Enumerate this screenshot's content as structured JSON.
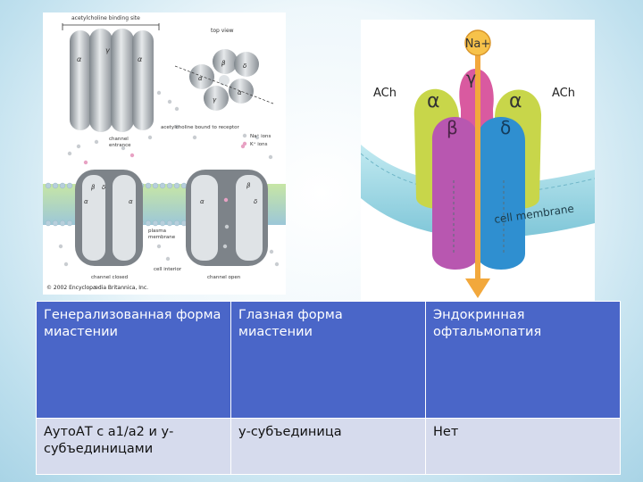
{
  "left_figure": {
    "labels": {
      "binding_site": "acetylcholine binding site",
      "top_view": "top view",
      "channel_entrance": "channel entrance",
      "ach_bound": "acetylcholine bound to receptor",
      "na_ions": "Na⁺ ions",
      "k_ions": "K⁺ ions",
      "plasma_membrane": "plasma membrane",
      "cell_interior": "cell interior",
      "channel_closed": "channel closed",
      "channel_open": "channel open",
      "copyright": "© 2002 Encyclopædia Britannica, Inc."
    },
    "subunits": {
      "alpha": "α",
      "gamma": "γ",
      "beta": "β",
      "delta": "δ"
    }
  },
  "right_figure": {
    "ion": "Na+",
    "ach_left": "ACh",
    "ach_right": "ACh",
    "membrane": "cell membrane",
    "subunits": {
      "alpha": "α",
      "gamma": "γ",
      "beta": "β",
      "delta": "δ"
    },
    "colors": {
      "alpha": "#c8d64a",
      "gamma": "#d95aa0",
      "beta": "#b857b0",
      "delta": "#2f8fd0",
      "arrow": "#f2a83c",
      "membrane": "#9cd6e3"
    }
  },
  "table": {
    "headers": [
      "Генерализованная форма миастении",
      "Глазная форма миастении",
      "Эндокринная офтальмопатия"
    ],
    "row": [
      "АутоАТ с а1/а2 и у-субъединицами",
      "у-субъединица",
      "Нет"
    ]
  },
  "colors": {
    "header_bg": "#4a66c8",
    "row_bg": "#d6dbed"
  }
}
